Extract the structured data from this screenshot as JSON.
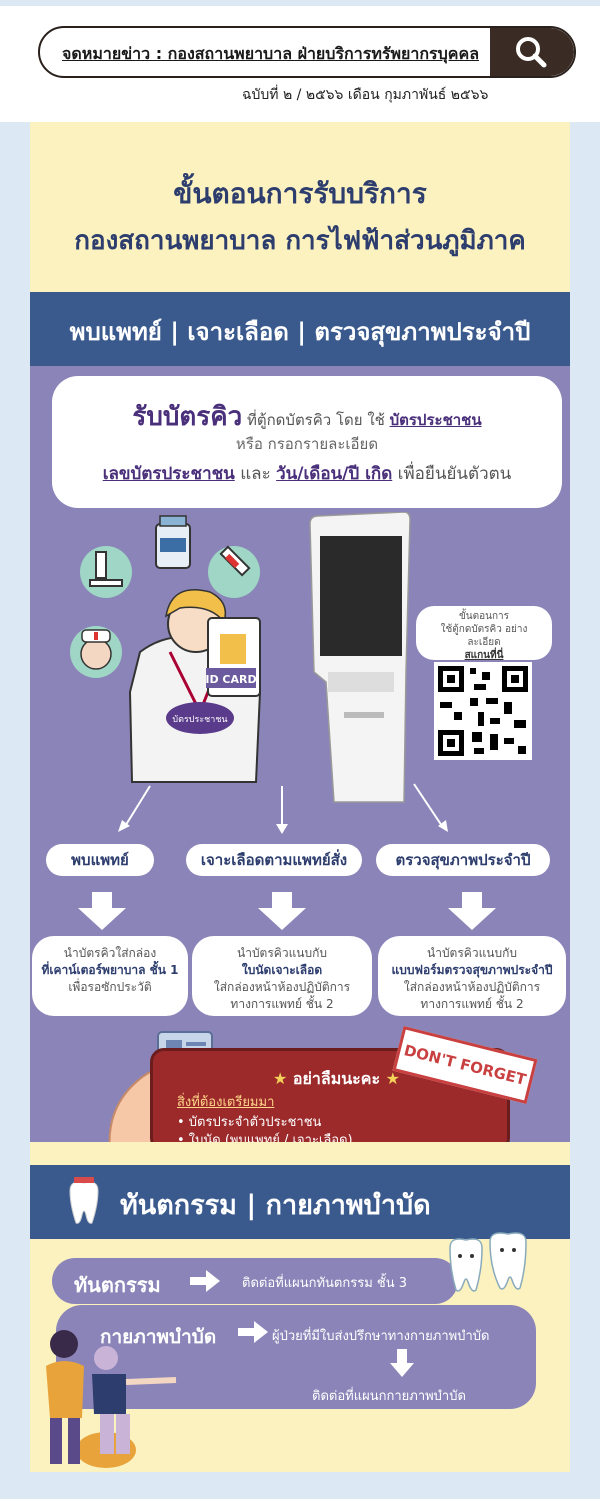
{
  "header": {
    "search_text": "จดหมายข่าว : กองสถานพยาบาล ฝ่ายบริการทรัพยากรบุคคล",
    "issue": "ฉบับที่ ๒ / ๒๕๖๖ เดือน กุมภาพันธ์ ๒๕๖๖"
  },
  "poster": {
    "title_line1": "ขั้นตอนการรับบริการ",
    "title_line2": "กองสถานพยาบาล การไฟฟ้าส่วนภูมิภาค",
    "band1": "พบแพทย์ | เจาะเลือด | ตรวจสุขภาพประจำปี",
    "queue": {
      "strong": "รับบัตรคิว",
      "line1_a": " ที่ตู้กดบัตรคิว โดย ใช้ ",
      "line1_b": "บัตรประชาชน",
      "line2": "หรือ กรอกรายละเอียด",
      "line3_a": "เลขบัตรประชาชน",
      "line3_b": " และ ",
      "line3_c": "วัน/เดือน/ปี เกิด",
      "line3_d": " เพื่อยืนยันตัวตน"
    },
    "illustration": {
      "id_card": "ID CARD",
      "badge": "บัตรประชาชน"
    },
    "qr": {
      "line1": "ขั้นตอนการ",
      "line2": "ใช้ตู้กดบัตรคิว อย่าง",
      "line3": "ละเอียด",
      "scan": "สแกนที่นี่"
    },
    "steps": [
      {
        "label": "พบแพทย์",
        "l1": "นำบัตรคิวใส่กล่อง",
        "l2": "ที่เคาน์เตอร์พยาบาล ชั้น 1",
        "l3": "เพื่อรอซักประวัติ"
      },
      {
        "label": "เจาะเลือดตามแพทย์สั่ง",
        "l1": "นำบัตรคิวแนบกับ",
        "l2": "ใบนัดเจาะเลือด",
        "l3": "ใส่กล่องหน้าห้องปฏิบัติการ",
        "l4": "ทางการแพทย์ ชั้น 2"
      },
      {
        "label": "ตรวจสุขภาพประจำปี",
        "l1": "นำบัตรคิวแนบกับ",
        "l2": "แบบฟอร์มตรวจสุขภาพประจำปี",
        "l3": "ใส่กล่องหน้าห้องปฏิบัติการ",
        "l4": "ทางการแพทย์ ชั้น 2"
      }
    ],
    "reminder": {
      "title": "อย่าลืมนะคะ",
      "sub": "สิ่งที่ต้องเตรียมมา",
      "item1": "• บัตรประจำตัวประชาชน",
      "item2": "• ใบนัด (พบแพทย์ / เจาะเลือด)",
      "stamp": "DON'T FORGET"
    },
    "band2": "ทันตกรรม | กายภาพบำบัด",
    "dental": {
      "label": "ทันตกรรม",
      "info": "ติดต่อที่แผนกทันตกรรม ชั้น 3"
    },
    "physio": {
      "label": "กายภาพบำบัด",
      "info1": "ผู้ป่วยที่มีใบส่งปรึกษาทางกายภาพบำบัด",
      "info2": "ติดต่อที่แผนกกายภาพบำบัด"
    }
  },
  "colors": {
    "navy": "#3a5a8e",
    "purple": "#8b84b8",
    "cream": "#fbf2bf",
    "red": "#9c2a2b"
  }
}
